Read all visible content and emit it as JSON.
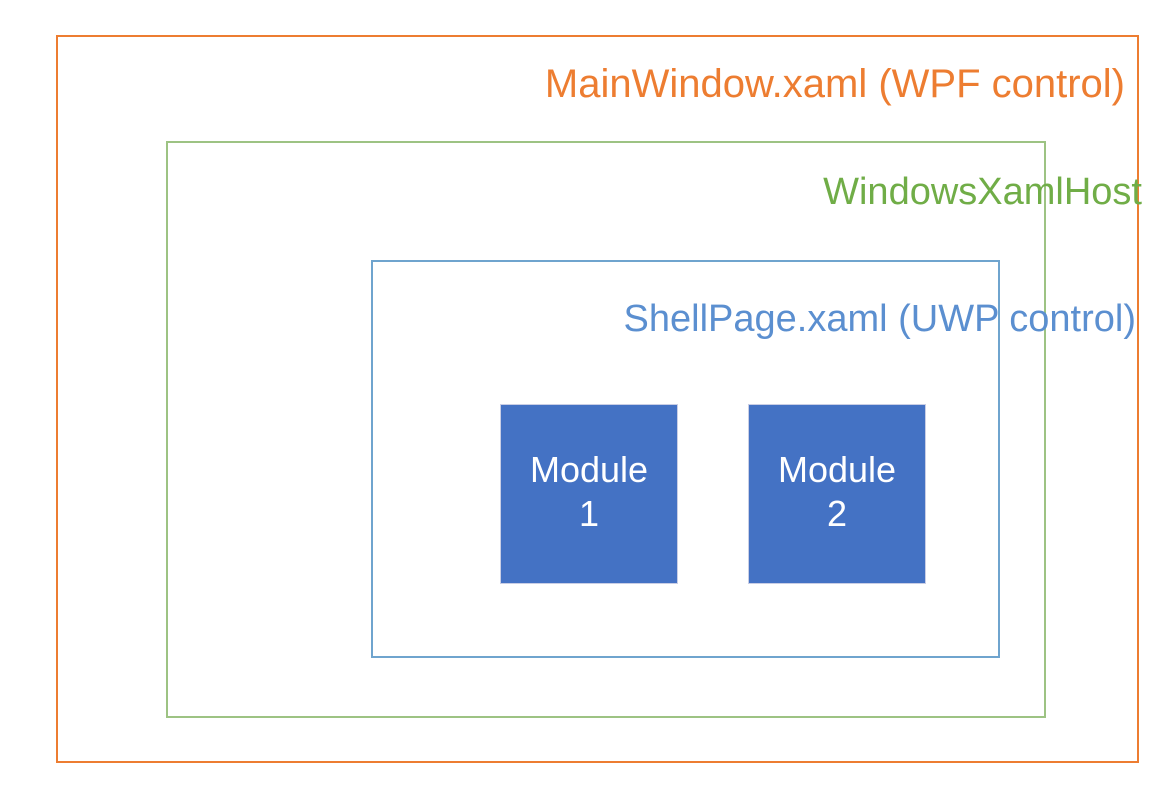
{
  "diagram": {
    "title": "MainWindow.xaml (WPF control)",
    "containers": [
      {
        "id": "wpf",
        "label": "MainWindow.xaml (WPF control)",
        "border_color": "#ED7D31",
        "text_color": "#ED7D31"
      },
      {
        "id": "xamlhost",
        "label": "WindowsXamlHost",
        "border_color": "#9DC383",
        "text_color": "#70AD47"
      },
      {
        "id": "shellpage",
        "label": "ShellPage.xaml (UWP control)",
        "border_color": "#6FA4CE",
        "text_color": "#5B8FD0"
      }
    ],
    "modules": [
      {
        "id": "module-1",
        "label": "Module\n1",
        "name": "Module",
        "number": "1",
        "fill_color": "#4472C4",
        "text_color": "#FFFFFF"
      },
      {
        "id": "module-2",
        "label": "Module\n2",
        "name": "Module",
        "number": "2",
        "fill_color": "#4472C4",
        "text_color": "#FFFFFF"
      }
    ],
    "background_color": "#FFFFFF"
  }
}
